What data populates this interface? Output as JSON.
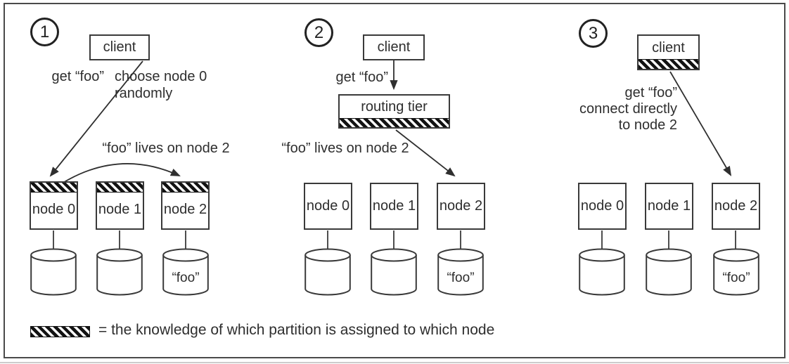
{
  "colors": {
    "ink": "#2e2e2e",
    "stroke": "#3a3a3a",
    "hatch": "#121212"
  },
  "legend": {
    "text": "= the knowledge of which partition is assigned to which node"
  },
  "panels": [
    {
      "number": "1",
      "client": "client",
      "request_label": "get “foo”",
      "note": "choose node 0\nrandomly",
      "forward_label": "“foo” lives on node 2",
      "nodes": [
        {
          "label": "node 0",
          "value": ""
        },
        {
          "label": "node 1",
          "value": ""
        },
        {
          "label": "node 2",
          "value": "“foo”"
        }
      ]
    },
    {
      "number": "2",
      "client": "client",
      "router": "routing tier",
      "request_label": "get “foo”",
      "forward_label": "“foo” lives on node 2",
      "nodes": [
        {
          "label": "node 0",
          "value": ""
        },
        {
          "label": "node 1",
          "value": ""
        },
        {
          "label": "node 2",
          "value": "“foo”"
        }
      ]
    },
    {
      "number": "3",
      "client": "client",
      "request_label": "get “foo”\nconnect directly\nto node 2",
      "nodes": [
        {
          "label": "node 0",
          "value": ""
        },
        {
          "label": "node 1",
          "value": ""
        },
        {
          "label": "node 2",
          "value": "“foo”"
        }
      ]
    }
  ]
}
